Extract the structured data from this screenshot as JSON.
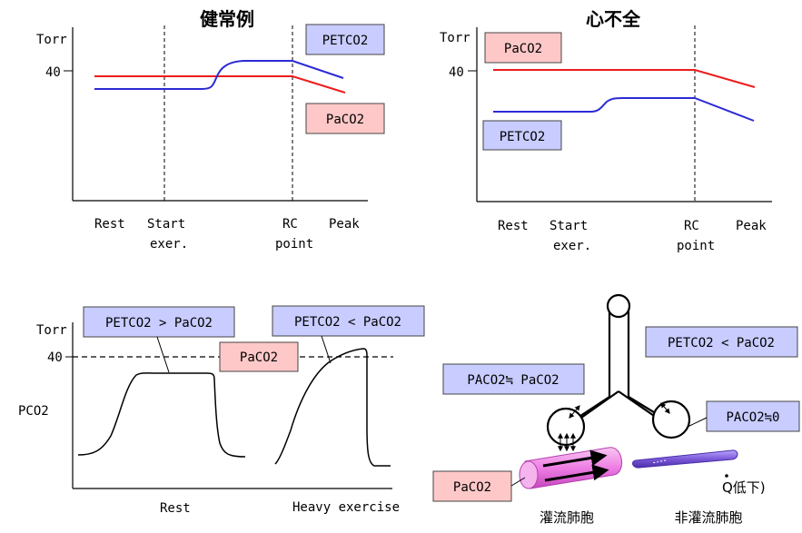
{
  "colors": {
    "paco2_line": "#ee1c1c",
    "petco2_line": "#2b2bd6",
    "box_blue_fill": "#c8ccff",
    "box_pink_fill": "#ffc8c8",
    "vessel_pink": "#f08ae8",
    "vessel_purple": "#7b59d8"
  },
  "tl": {
    "title": "健常例",
    "unit": "Torr",
    "y_tick": "40",
    "x_labels": [
      "Rest",
      "Start",
      "exer.",
      "RC",
      "point",
      "Peak"
    ],
    "petco2_label": "PETCO2",
    "paco2_label": "PaCO2"
  },
  "tr": {
    "title": "心不全",
    "unit": "Torr",
    "y_tick": "40",
    "x_labels": [
      "Rest",
      "Start",
      "exer.",
      "RC",
      "point",
      "Peak"
    ],
    "petco2_label": "PETCO2",
    "paco2_label": "PaCO2"
  },
  "bl": {
    "unit": "Torr",
    "y_tick": "40",
    "y_label": "PCO2",
    "x_rest": "Rest",
    "x_heavy": "Heavy exercise",
    "box_rest": "PETCO2 > PaCO2",
    "box_heavy": "PETCO2 < PaCO2",
    "box_paco2": "PaCO2"
  },
  "br": {
    "box_top": "PETCO2 < PaCO2",
    "box_left": "PACO2≒ PaCO2",
    "box_right": "PACO2≒0",
    "box_paco2": "PaCO2",
    "q_label": "Q低下)",
    "perfused": "灌流肺胞",
    "nonperfused": "非灌流肺胞"
  }
}
